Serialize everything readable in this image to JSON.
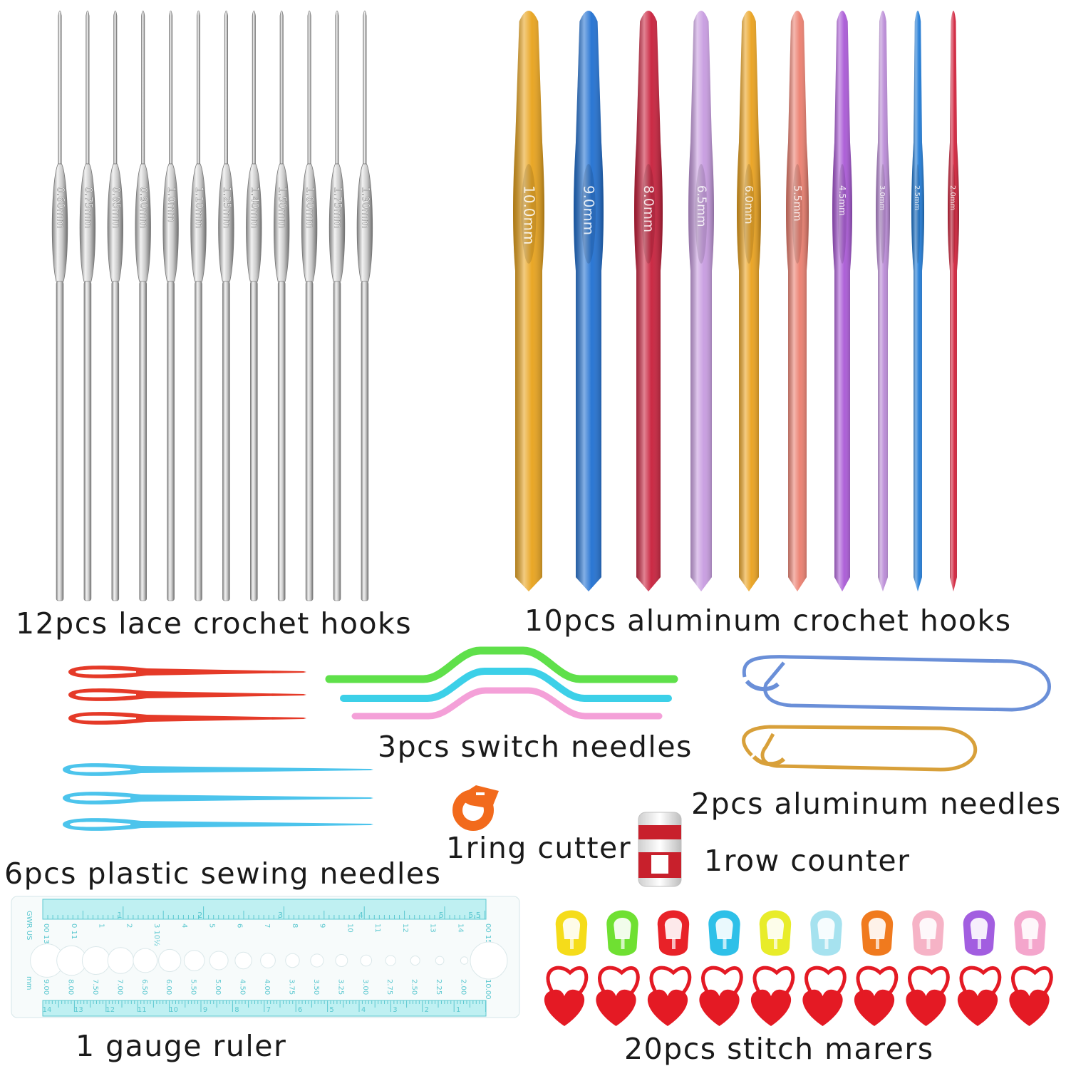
{
  "captions": {
    "lace_hooks": "12pcs lace crochet hooks",
    "aluminum_hooks": "10pcs aluminum crochet hooks",
    "switch_needles": "3pcs switch needles",
    "aluminum_needles": "2pcs aluminum needles",
    "ring_cutter": "1ring cutter",
    "row_counter": "1row counter",
    "sewing_needles": "6pcs plastic sewing needles",
    "gauge_ruler": "1 gauge ruler",
    "stitch_markers": "20pcs stitch marers"
  },
  "lace_hook_sizes": [
    "0.60mm",
    "0.75mm",
    "0.85mm",
    "0.90mm",
    "1.0mm",
    "1.10mm",
    "1.25mm",
    "1.40mm",
    "1.50mm",
    "1.60mm",
    "1.75mm",
    "1.90mm"
  ],
  "aluminum_hooks": [
    {
      "size": "10.0mm",
      "color": "#e8a21a"
    },
    {
      "size": "9.0mm",
      "color": "#1f6fd1"
    },
    {
      "size": "8.0mm",
      "color": "#c81e3a"
    },
    {
      "size": "6.5mm",
      "color": "#c79be0"
    },
    {
      "size": "6.0mm",
      "color": "#eaa11c"
    },
    {
      "size": "5.5mm",
      "color": "#ec7e6e"
    },
    {
      "size": "4.5mm",
      "color": "#a958d6"
    },
    {
      "size": "3.0mm",
      "color": "#b98ad6"
    },
    {
      "size": "2.5mm",
      "color": "#1e7ad6"
    },
    {
      "size": "2.0mm",
      "color": "#d0213a"
    }
  ],
  "gauge_ruler": {
    "side_label_top": "GWR US",
    "side_label_bottom": "mm",
    "us_sizes": [
      "00 13",
      "0 11",
      "1",
      "2",
      "3 10½",
      "4",
      "5",
      "6",
      "7",
      "8",
      "9",
      "10",
      "11",
      "12",
      "13",
      "14",
      "00 15"
    ],
    "mm_sizes": [
      "9.00",
      "8.00",
      "7.50",
      "7.00",
      "6.50",
      "6.00",
      "5.50",
      "5.00",
      "4.50",
      "4.00",
      "3.75",
      "3.50",
      "3.25",
      "3.00",
      "2.75",
      "2.50",
      "2.25",
      "2.00",
      "10.00"
    ],
    "inch_ticks": [
      "1",
      "2",
      "3",
      "4",
      "5",
      "5.5"
    ],
    "cm_ticks": [
      "14",
      "13",
      "12",
      "11",
      "10",
      "9",
      "8",
      "7",
      "6",
      "5",
      "4",
      "3",
      "2",
      "1"
    ]
  },
  "stitch_marker_colors": [
    "#f5dc1a",
    "#6fe032",
    "#e82228",
    "#2ec0e8",
    "#e8ec2a",
    "#a6e2ef",
    "#f07a1e",
    "#f6b3c6",
    "#a25ee0",
    "#f4a6cc"
  ],
  "heart_marker_color": "#e41a24",
  "colors": {
    "lace_steel": "#b8b8b8",
    "red_needle": "#e53a28",
    "blue_needle": "#4cc4ec",
    "switch_green": "#5fe04a",
    "switch_cyan": "#3cd0e8",
    "switch_pink": "#f4a0d8",
    "pin_blue": "#6a8fd8",
    "pin_gold": "#d8a03a",
    "cutter_orange": "#f26a1c",
    "counter_red": "#c8202c",
    "ruler_teal": "#5cc8d0"
  }
}
